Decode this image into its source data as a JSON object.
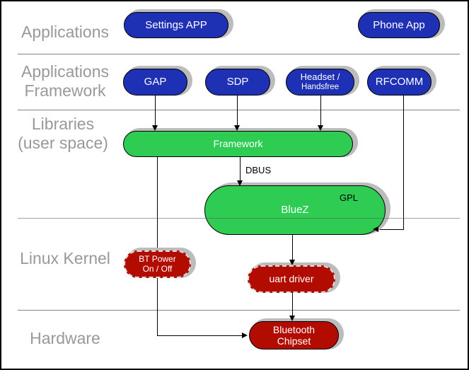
{
  "title": "Bluetooth software stack diagram",
  "colors": {
    "blue": "#1e30b4",
    "green": "#2ecc52",
    "red": "#b20c00",
    "label_gray": "#999999",
    "line_gray": "#848484",
    "shadow": "#bcbcbc"
  },
  "layers": {
    "applications": {
      "line1": "Applications"
    },
    "app_framework": {
      "line1": "Applications",
      "line2": "Framework"
    },
    "libraries": {
      "line1": "Libraries",
      "line2": "(user space)"
    },
    "linux_kernel": {
      "line1": "Linux Kernel"
    },
    "hardware": {
      "line1": "Hardware"
    }
  },
  "nodes": {
    "settings_app": {
      "label": "Settings APP",
      "color": "blue"
    },
    "phone_app": {
      "label": "Phone App",
      "color": "blue"
    },
    "gap": {
      "label": "GAP",
      "color": "blue"
    },
    "sdp": {
      "label": "SDP",
      "color": "blue"
    },
    "headset": {
      "line1": "Headset /",
      "line2": "Handsfree",
      "color": "blue"
    },
    "rfcomm": {
      "label": "RFCOMM",
      "color": "blue"
    },
    "framework": {
      "label": "Framework",
      "color": "green"
    },
    "bluez": {
      "label": "BlueZ",
      "badge": "GPL",
      "color": "green"
    },
    "bt_power": {
      "line1": "BT Power",
      "line2": "On / Off",
      "color": "red",
      "border": "dashed"
    },
    "uart_driver": {
      "label": "uart driver",
      "color": "red",
      "border": "dashed"
    },
    "bluetooth_chipset": {
      "line1": "Bluetooth",
      "line2": "Chipset",
      "color": "red"
    }
  },
  "edges": {
    "dbus_label": "DBUS",
    "connections": [
      "GAP -> Framework",
      "SDP -> Framework",
      "Headset/Handsfree -> Framework",
      "RFCOMM -> BlueZ",
      "Framework -> BlueZ (DBUS)",
      "Framework -> Bluetooth Chipset",
      "BlueZ -> uart driver",
      "uart driver -> Bluetooth Chipset"
    ]
  }
}
